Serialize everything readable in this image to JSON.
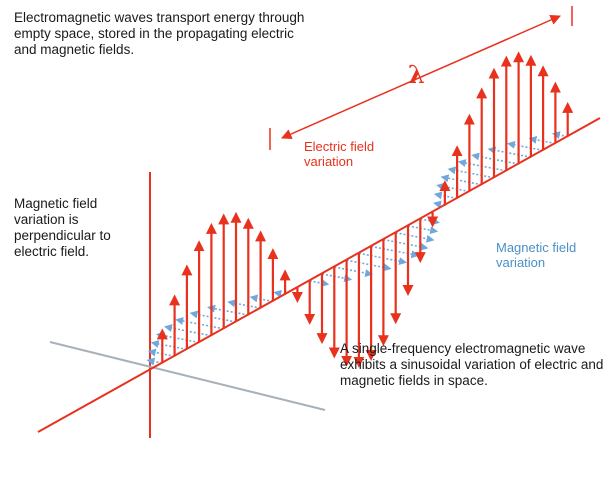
{
  "texts": {
    "intro": "Electromagnetic waves transport energy through empty space, stored in the propagating electric and magnetic fields.",
    "magnetic_note": "Magnetic field variation is perpendicular to electric field.",
    "single_frequency_note": "A single-frequency electromagnetic wave exhibits a sinusoidal variation of electric and magnetic fields in space."
  },
  "labels": {
    "electric": "Electric field variation",
    "magnetic": "Magnetic field variation",
    "wavelength": "λ"
  },
  "colors": {
    "electric": "#e8321e",
    "magnetic": "#6ea8dc",
    "axis": "#a8b0b8"
  }
}
